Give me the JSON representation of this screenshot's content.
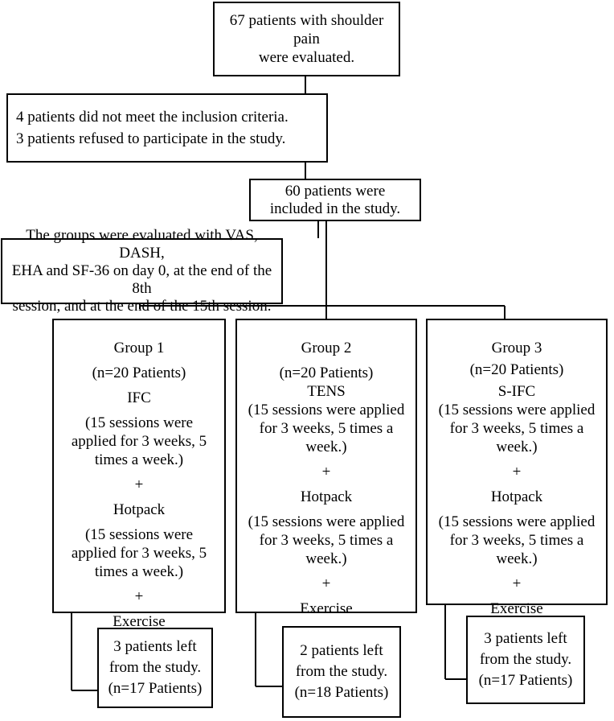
{
  "flow": {
    "screened": {
      "line1": "67 patients with shoulder pain",
      "line2": "were evaluated."
    },
    "excluded": {
      "line1": "4 patients did not meet the inclusion criteria.",
      "line2": "3 patients refused to participate in the study."
    },
    "included": {
      "line1": "60 patients were",
      "line2": "included in the study."
    },
    "evaluation": {
      "line1": "The groups were evaluated with VAS, DASH,",
      "line2": "EHA and SF-36 on day 0, at the end of the 8th",
      "line3": "session, and at the end of the 15th session."
    },
    "groups": [
      {
        "title": "Group 1",
        "n": "(n=20 Patients)",
        "modality": "IFC",
        "modality_note": [
          "(15 sessions were",
          "applied for 3 weeks, 5",
          "times a week.)"
        ],
        "plus": "+",
        "hotpack": "Hotpack",
        "hotpack_note": [
          "(15 sessions were",
          "applied for 3 weeks, 5",
          "times a week.)"
        ],
        "exercise": "Exercise",
        "dropout": [
          "3 patients left",
          "from the study.",
          "(n=17 Patients)"
        ]
      },
      {
        "title": "Group 2",
        "n": "(n=20 Patients)",
        "modality": "TENS",
        "modality_note": [
          "(15 sessions were applied",
          "for 3 weeks, 5 times a",
          "week.)"
        ],
        "plus": "+",
        "hotpack": "Hotpack",
        "hotpack_note": [
          "(15 sessions were applied",
          "for 3 weeks, 5 times a",
          "week.)"
        ],
        "exercise": "Exercise",
        "dropout": [
          "2 patients left",
          "from the study.",
          "(n=18 Patients)"
        ]
      },
      {
        "title": "Group 3",
        "n": "(n=20 Patients)",
        "modality": "S-IFC",
        "modality_note": [
          "(15 sessions were applied",
          "for 3 weeks, 5 times a",
          "week.)"
        ],
        "plus": "+",
        "hotpack": "Hotpack",
        "hotpack_note": [
          "(15 sessions were applied",
          "for 3 weeks, 5 times a",
          "week.)"
        ],
        "exercise": "Exercise",
        "dropout": [
          "3 patients left",
          "from the study.",
          "(n=17 Patients)"
        ]
      }
    ]
  }
}
